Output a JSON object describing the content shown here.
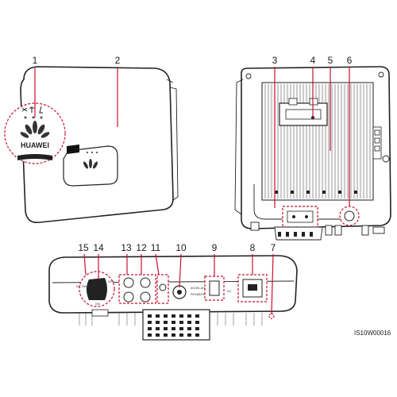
{
  "callouts": {
    "c1": "1",
    "c2": "2",
    "c3": "3",
    "c4": "4",
    "c5": "5",
    "c6": "6",
    "c7": "7",
    "c8": "8",
    "c9": "9",
    "c10": "10",
    "c11": "11",
    "c12": "12",
    "c13": "13",
    "c14": "14",
    "c15": "15"
  },
  "brand": "HUAWEI",
  "figure_code": "IS10W00016",
  "port_labels": {
    "dc_switch": "DC SWITCH",
    "off": "OFF",
    "on": "ON",
    "antenna": "4G/WLAN",
    "comm": "RS485/FE",
    "ac": "AC"
  },
  "colors": {
    "leader": "#c8102e",
    "outline": "#222222"
  }
}
